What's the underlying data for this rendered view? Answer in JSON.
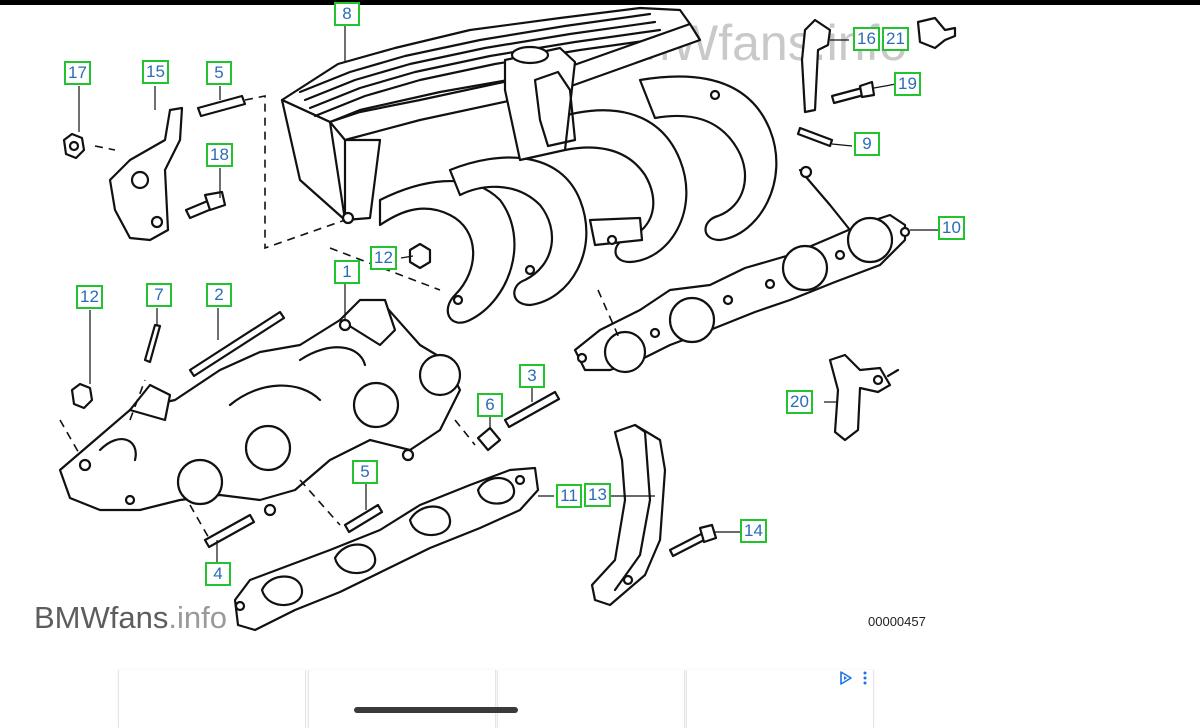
{
  "watermark": {
    "brand": "BMWfans",
    "suffix": ".info"
  },
  "diagram": {
    "code": "00000457"
  },
  "callouts": [
    {
      "id": "c8",
      "label": "8"
    },
    {
      "id": "c17",
      "label": "17"
    },
    {
      "id": "c15",
      "label": "15"
    },
    {
      "id": "c5a",
      "label": "5"
    },
    {
      "id": "c18",
      "label": "18"
    },
    {
      "id": "c16",
      "label": "16"
    },
    {
      "id": "c21",
      "label": "21"
    },
    {
      "id": "c19",
      "label": "19"
    },
    {
      "id": "c9",
      "label": "9"
    },
    {
      "id": "c10",
      "label": "10"
    },
    {
      "id": "c12a",
      "label": "12"
    },
    {
      "id": "c12b",
      "label": "12"
    },
    {
      "id": "c7",
      "label": "7"
    },
    {
      "id": "c2",
      "label": "2"
    },
    {
      "id": "c1",
      "label": "1"
    },
    {
      "id": "c3",
      "label": "3"
    },
    {
      "id": "c6",
      "label": "6"
    },
    {
      "id": "c20",
      "label": "20"
    },
    {
      "id": "c5b",
      "label": "5"
    },
    {
      "id": "c11",
      "label": "11"
    },
    {
      "id": "c13",
      "label": "13"
    },
    {
      "id": "c14",
      "label": "14"
    },
    {
      "id": "c4",
      "label": "4"
    }
  ],
  "ads": {
    "slot_count": 4,
    "choices_icon": "ad-choices-icon",
    "accent": "#1a73e8"
  },
  "colors": {
    "callout_border": "#22c32e",
    "callout_text": "#2b6cb8"
  }
}
